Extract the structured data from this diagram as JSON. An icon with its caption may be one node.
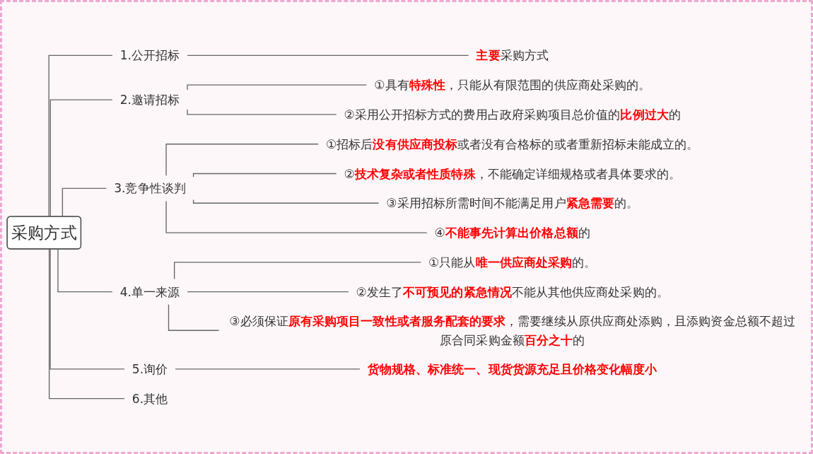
{
  "diagram": {
    "nodes": [
      {
        "text": [
          "采购方式"
        ]
      },
      {
        "text": [
          "1.公开招标"
        ]
      },
      {
        "text": [
          "**主要**采购方式"
        ]
      },
      {
        "text": [
          "2.邀请招标"
        ]
      },
      {
        "text": [
          "①具有**特殊性**，只能从有限范围的供应商处采购的。"
        ]
      },
      {
        "text": [
          "②采用公开招标方式的费用占政府采购项目总价值的**比例过大**的"
        ]
      },
      {
        "text": [
          "3.竞争性谈判"
        ]
      },
      {
        "text": [
          "①招标后**没有供应商投标**或者没有合格标的或者重新招标未能成立的。"
        ]
      },
      {
        "text": [
          "②**技术复杂或者性质特殊**，不能确定详细规格或者具体要求的。"
        ]
      },
      {
        "text": [
          "③采用招标所需时间不能满足用户**紧急需要**的。"
        ]
      },
      {
        "text": [
          "④**不能事先计算出价格总额**的"
        ]
      },
      {
        "text": [
          "4.单一来源"
        ]
      },
      {
        "text": [
          "①只能从**唯一供应商处采购**的。"
        ]
      },
      {
        "text": [
          "②发生了**不可预见的紧急情况**不能从其他供应商处采购的。"
        ]
      },
      {
        "text": [
          "③必须保证**原有采购项目一致性或者服务配套的要求**，需要继续从原供应商处添购，且添购资金总额不超过原合同采购金额**百分之十**的"
        ]
      },
      {
        "text": [
          "5.询价"
        ]
      },
      {
        "text": [
          "货物规格、标准统一、现货货源充足且价格变化幅度小"
        ]
      },
      {
        "text": [
          "6.其他"
        ]
      }
    ],
    "edges": [
      {
        "from": 0,
        "to": 1,
        "arrow": "none"
      },
      {
        "from": 1,
        "to": 2,
        "arrow": "none"
      },
      {
        "from": 0,
        "to": 3,
        "arrow": "none"
      },
      {
        "from": 3,
        "to": 4,
        "arrow": "none"
      },
      {
        "from": 3,
        "to": 5,
        "arrow": "none"
      },
      {
        "from": 0,
        "to": 6,
        "arrow": "none"
      },
      {
        "from": 6,
        "to": 7,
        "arrow": "none"
      },
      {
        "from": 6,
        "to": 8,
        "arrow": "none"
      },
      {
        "from": 6,
        "to": 9,
        "arrow": "none"
      },
      {
        "from": 6,
        "to": 10,
        "arrow": "none"
      },
      {
        "from": 0,
        "to": 11,
        "arrow": "none"
      },
      {
        "from": 11,
        "to": 12,
        "arrow": "none"
      },
      {
        "from": 11,
        "to": 13,
        "arrow": "none"
      },
      {
        "from": 11,
        "to": 14,
        "arrow": "none"
      },
      {
        "from": 0,
        "to": 15,
        "arrow": "none"
      },
      {
        "from": 15,
        "to": 16,
        "arrow": "none"
      },
      {
        "from": 0,
        "to": 17,
        "arrow": "none"
      }
    ]
  }
}
